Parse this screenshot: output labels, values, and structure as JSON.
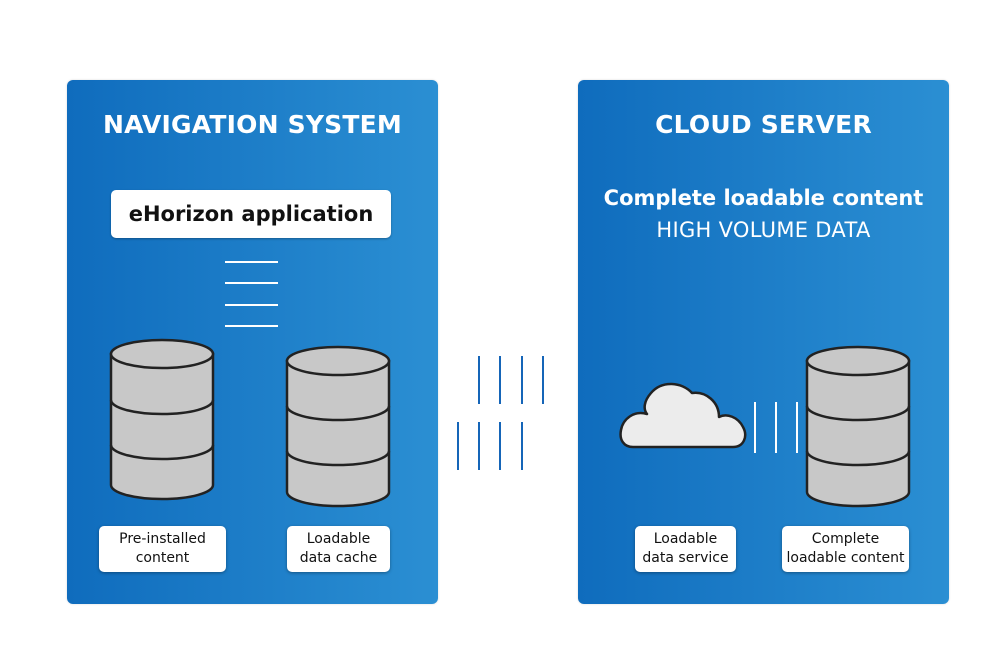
{
  "navigation": {
    "title": "NAVIGATION SYSTEM",
    "app_label": "eHorizon application",
    "preinstalled_line1": "Pre-installed",
    "preinstalled_line2": "content",
    "cache_line1": "Loadable",
    "cache_line2": "data cache"
  },
  "cloud": {
    "title": "CLOUD SERVER",
    "heading": "Complete loadable content",
    "subheading": "HIGH VOLUME DATA",
    "service_line1": "Loadable",
    "service_line2": "data service",
    "content_line1": "Complete",
    "content_line2": "loadable content"
  },
  "colors": {
    "panel_start": "#0f6cbd",
    "panel_end": "#2b8fd3",
    "cylinder_fill": "#c8c8c8",
    "line_blue": "#1565b8"
  }
}
